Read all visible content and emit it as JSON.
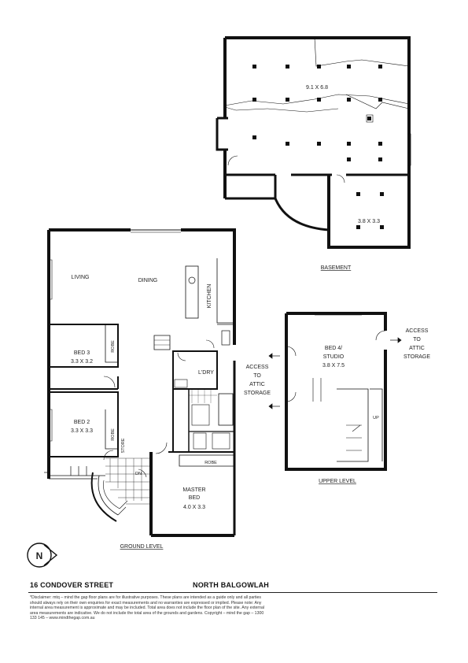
{
  "plan": {
    "basement_title": "BASEMENT",
    "ground_title": "GROUND LEVEL",
    "upper_title": "UPPER LEVEL",
    "rooms": {
      "basement_main": "9.1 X 6.8",
      "basement_small": "3.8 X 3.3",
      "living": "LIVING",
      "dining": "DINING",
      "kitchen": "KITCHEN",
      "bed3_name": "BED 3",
      "bed3_size": "3.3 X 3.2",
      "bed2_name": "BED 2",
      "bed2_size": "3.3 X 3.3",
      "robe": "ROBE",
      "laundry": "L'DRY",
      "store": "STORE",
      "master_name": "MASTER",
      "master_bed": "BED",
      "master_size": "4.0 X 3.3",
      "wir": "ROBE",
      "bed4_name": "BED 4/",
      "bed4_studio": "STUDIO",
      "bed4_size": "3.8 X 7.5",
      "dn": "DN",
      "up": "UP"
    },
    "access_center": [
      "ACCESS",
      "TO",
      "ATTIC",
      "STORAGE"
    ],
    "access_right": [
      "ACCESS",
      "TO",
      "ATTIC",
      "STORAGE"
    ],
    "north_label": "N"
  },
  "footer": {
    "address": "16 CONDOVER STREET",
    "suburb": "NORTH BALGOWLAH",
    "disclaimer": "*Disclaimer: mtq – mind the gap floor plans are for illustrative purposes. These plans are intended as a guide only and all parties should always rely on their own enquiries for exact measurements and no warranties are expressed or implied. Please note: Any internal area measurement is approximate and may be included. Total area does not include the floor plan of the site. Any external area measurements are indicative. We do not include the total area of the grounds and gardens. Copyright – mind the gap – 1300 133 145 – www.mindthegap.com.au"
  }
}
